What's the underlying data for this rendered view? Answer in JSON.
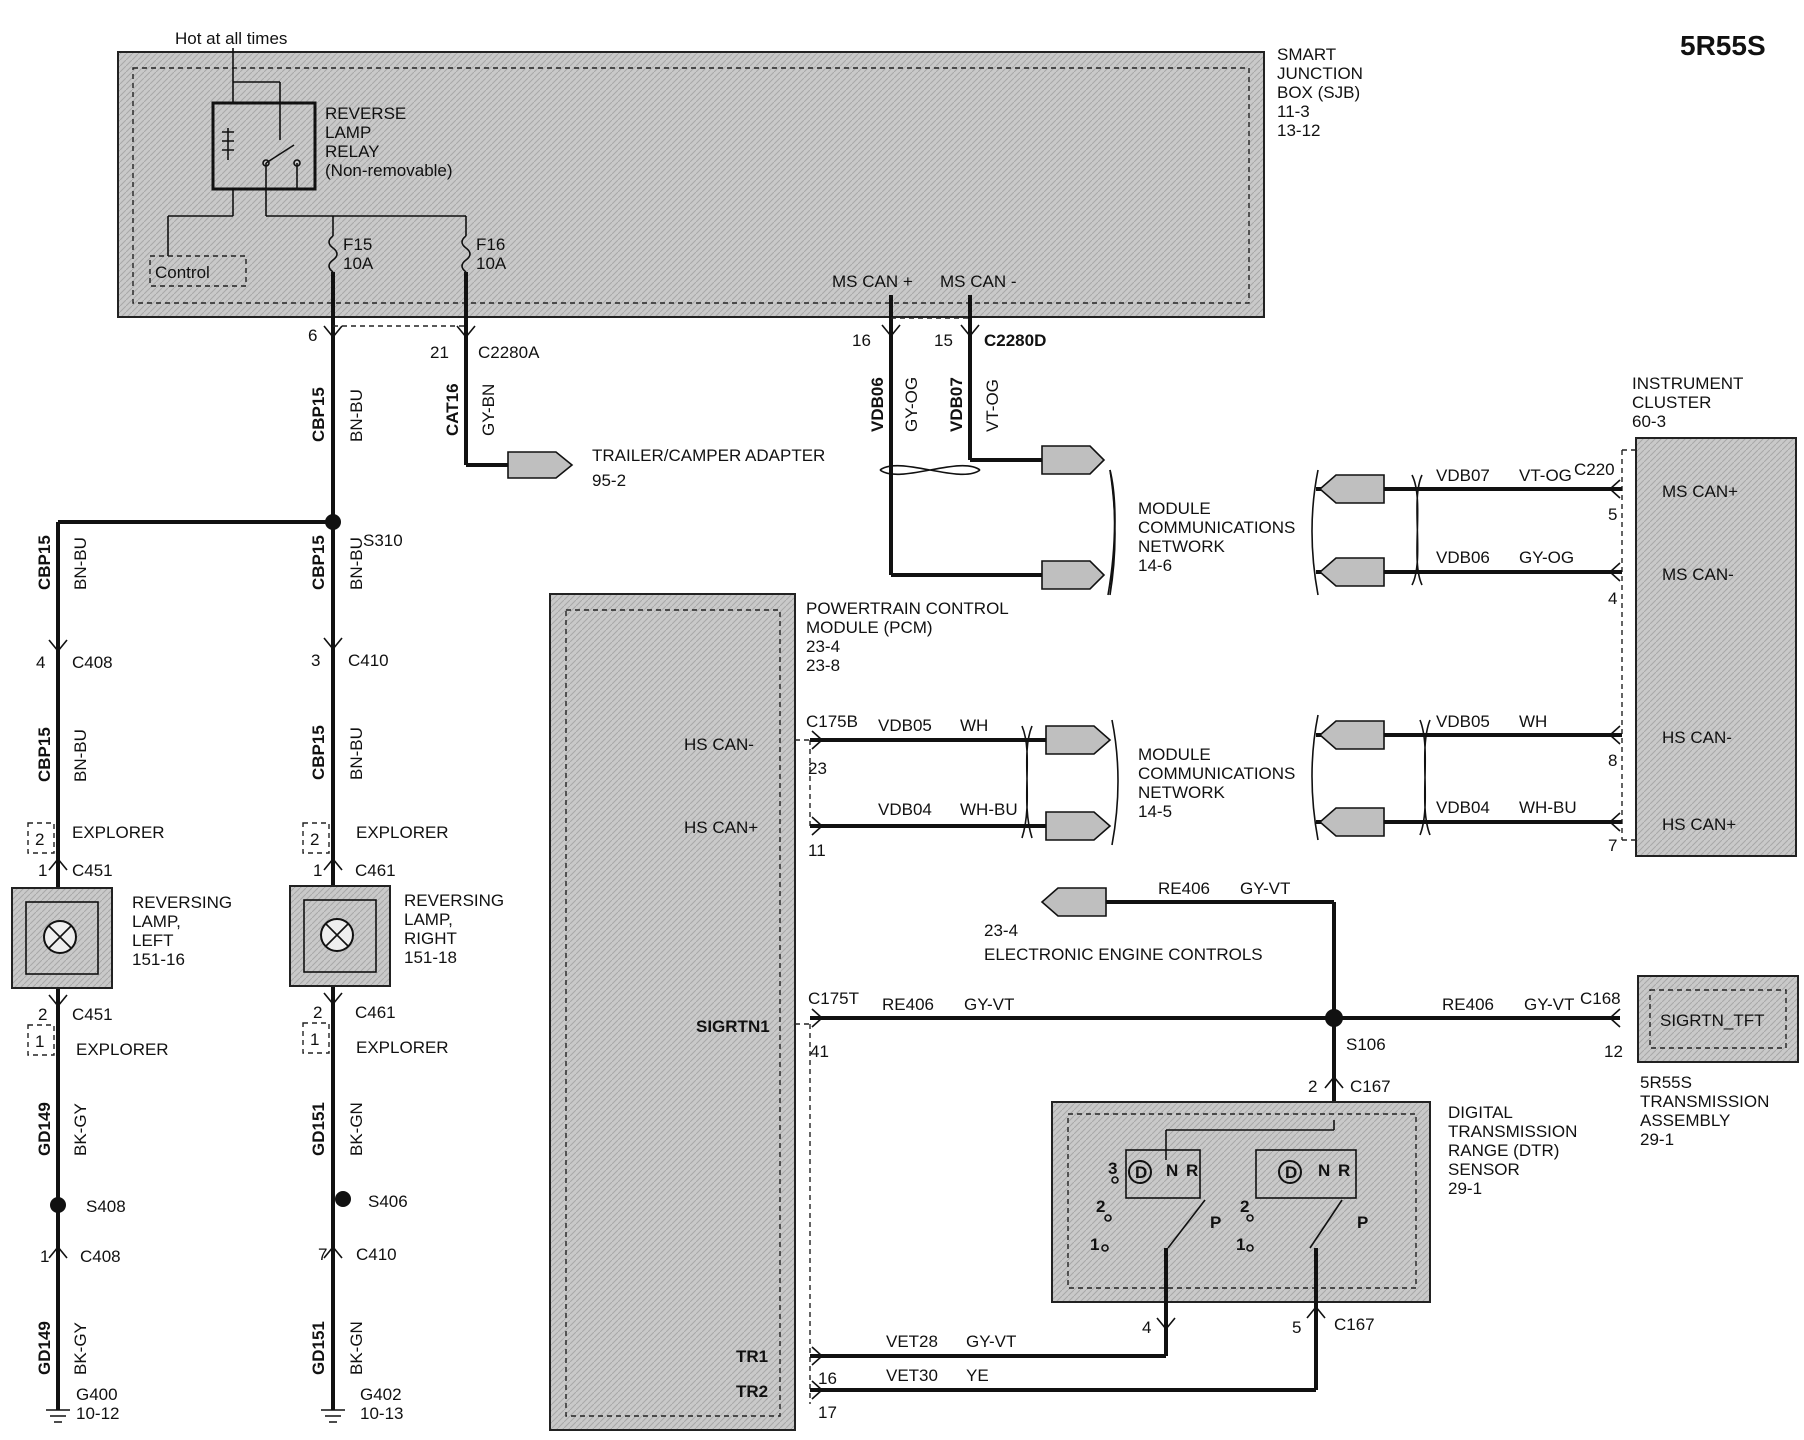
{
  "title": "5R55S",
  "sjb": {
    "name": [
      "SMART",
      "JUNCTION",
      "BOX (SJB)"
    ],
    "refs": [
      "11-3",
      "13-12"
    ],
    "hot": "Hot at all times",
    "relay": [
      "REVERSE",
      "LAMP",
      "RELAY",
      "(Non-removable)"
    ],
    "control": "Control",
    "f15": [
      "F15",
      "10A"
    ],
    "f16": [
      "F16",
      "10A"
    ],
    "ms_can_plus": "MS CAN +",
    "ms_can_minus": "MS CAN -"
  },
  "top_connectors": {
    "pin6": "6",
    "pin21": "21",
    "c2280a": "C2280A",
    "pin16": "16",
    "pin15": "15",
    "c2280d": "C2280D"
  },
  "vertical_labels": {
    "cbp15": "CBP15",
    "bn_bu": "BN-BU",
    "cat16": "CAT16",
    "gy_bn": "GY-BN",
    "vdb06": "VDB06",
    "gy_og": "GY-OG",
    "vdb07": "VDB07",
    "vt_og": "VT-OG",
    "gd149": "GD149",
    "bk_gy": "BK-GY",
    "gd151": "GD151",
    "bk_gn": "BK-GN"
  },
  "trailer": {
    "name": "TRAILER/CAMPER ADAPTER",
    "ref": "95-2"
  },
  "s310": "S310",
  "left_branch": {
    "c408_top": {
      "pin": "4",
      "name": "C408"
    },
    "explorer_num_top": "2",
    "explorer": "EXPLORER",
    "c451_top": {
      "pin": "1",
      "name": "C451"
    },
    "lamp": [
      "REVERSING",
      "LAMP,",
      "LEFT",
      "151-16"
    ],
    "c451_bot": {
      "pin": "2",
      "name": "C451"
    },
    "explorer_num_bot": "1",
    "s408": "S408",
    "c408_bot": {
      "pin": "1",
      "name": "C408"
    },
    "ground": [
      "G400",
      "10-12"
    ]
  },
  "right_branch": {
    "c410_top": {
      "pin": "3",
      "name": "C410"
    },
    "explorer_num_top": "2",
    "explorer": "EXPLORER",
    "c461_top": {
      "pin": "1",
      "name": "C461"
    },
    "lamp": [
      "REVERSING",
      "LAMP,",
      "RIGHT",
      "151-18"
    ],
    "c461_bot": {
      "pin": "2",
      "name": "C461"
    },
    "explorer_num_bot": "1",
    "s406": "S406",
    "c410_bot": {
      "pin": "7",
      "name": "C410"
    },
    "ground": [
      "G402",
      "10-13"
    ]
  },
  "mcn": {
    "name": [
      "MODULE",
      "COMMUNICATIONS",
      "NETWORK"
    ],
    "ref_top": "14-6",
    "ref_bot": "14-5"
  },
  "instrument_cluster": {
    "name": [
      "INSTRUMENT",
      "CLUSTER"
    ],
    "ref": "60-3",
    "c220": "C220",
    "ms_can_plus": "MS CAN+",
    "ms_can_minus": "MS CAN-",
    "hs_can_minus": "HS CAN-",
    "hs_can_plus": "HS CAN+",
    "pin5": "5",
    "pin4": "4",
    "pin8": "8",
    "pin7": "7",
    "w1": {
      "circuit": "VDB07",
      "color": "VT-OG"
    },
    "w2": {
      "circuit": "VDB06",
      "color": "GY-OG"
    },
    "w3": {
      "circuit": "VDB05",
      "color": "WH"
    },
    "w4": {
      "circuit": "VDB04",
      "color": "WH-BU"
    }
  },
  "pcm": {
    "name": [
      "POWERTRAIN  CONTROL",
      "MODULE (PCM)"
    ],
    "refs": [
      "23-4",
      "23-8"
    ],
    "hs_can_minus": "HS CAN-",
    "hs_can_plus": "HS CAN+",
    "sigrtn": "SIGRTN1",
    "tr1": "TR1",
    "tr2": "TR2",
    "c175b": "C175B",
    "c175t": "C175T",
    "pin23": "23",
    "pin11": "11",
    "pin41": "41",
    "pin16": "16",
    "pin17": "17",
    "w_vdb05": {
      "circuit": "VDB05",
      "color": "WH"
    },
    "w_vdb04": {
      "circuit": "VDB04",
      "color": "WH-BU"
    },
    "w_re406": {
      "circuit": "RE406",
      "color": "GY-VT"
    },
    "w_vet28": {
      "circuit": "VET28",
      "color": "GY-VT"
    },
    "w_vet30": {
      "circuit": "VET30",
      "color": "YE"
    }
  },
  "eec": {
    "ref": "23-4",
    "name": "ELECTRONIC ENGINE CONTROLS",
    "w": {
      "circuit": "RE406",
      "color": "GY-VT"
    }
  },
  "s106": "S106",
  "trans": {
    "c168": "C168",
    "pin12": "12",
    "signal": "SIGRTN_TFT",
    "w": {
      "circuit": "RE406",
      "color": "GY-VT"
    },
    "name": [
      "5R55S",
      "TRANSMISSION",
      "ASSEMBLY"
    ],
    "ref": "29-1"
  },
  "dtr": {
    "name": [
      "DIGITAL",
      "TRANSMISSION",
      "RANGE (DTR)",
      "SENSOR"
    ],
    "ref": "29-1",
    "c167_top": {
      "pin": "2",
      "name": "C167"
    },
    "c167_bot": {
      "pin4": "4",
      "pin5": "5",
      "name": "C167"
    },
    "sw_d": "D",
    "sw_n": "N",
    "sw_r": "R",
    "sw_p": "P",
    "n1": "1",
    "n2": "2",
    "n3": "3"
  }
}
